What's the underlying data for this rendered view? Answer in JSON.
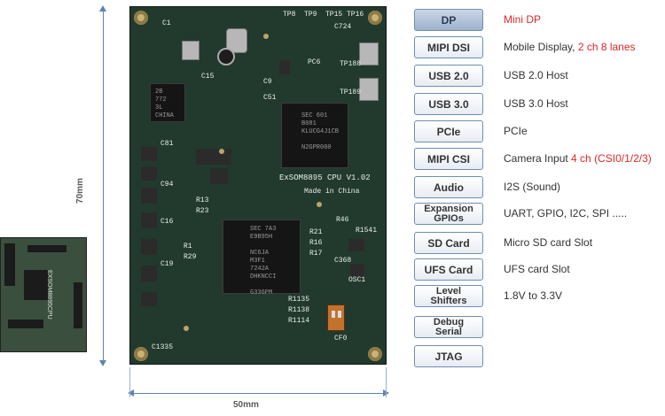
{
  "board": {
    "name_silk": "ExSOM8895 CPU V1.02",
    "made_silk": "Made in China",
    "small_board_silk": "EXSOM8895CPU",
    "chip_memory_lines": [
      "SEC 601",
      "B081",
      "KLUCG4J1CB",
      "",
      "N2GPR000"
    ],
    "chip_soc_lines": [
      "SEC 7A3",
      "E9B95H",
      "",
      "NC6JA",
      "M3F1",
      "7242A",
      "DHKNCCI",
      "",
      "G336PM"
    ],
    "chip_left_lines": [
      "2B",
      "772",
      "3L",
      "CHINA"
    ],
    "labels": [
      "R21",
      "R16",
      "R17",
      "C81",
      "C94",
      "C16",
      "C19",
      "R13",
      "R23",
      "R46",
      "C368",
      "R1541",
      "C9",
      "TP8",
      "TP9",
      "TP15",
      "TP16",
      "C1",
      "C15",
      "C724",
      "C51",
      "OSC1",
      "CF0",
      "C1335",
      "R1135",
      "R1138",
      "R1114",
      "TP188",
      "TP189",
      "PC6",
      "R1",
      "R29"
    ]
  },
  "dimensions": {
    "height_label": "70mm",
    "width_label": "50mm"
  },
  "features": [
    {
      "button": "DP",
      "selected": true,
      "desc_plain": "",
      "desc_red": "Mini DP",
      "desc_after": ""
    },
    {
      "button": "MIPI DSI",
      "selected": false,
      "desc_plain": "Mobile Display, ",
      "desc_red": "2 ch 8 lanes",
      "desc_after": ""
    },
    {
      "button": "USB 2.0",
      "selected": false,
      "desc_plain": "USB 2.0 Host",
      "desc_red": "",
      "desc_after": ""
    },
    {
      "button": "USB 3.0",
      "selected": false,
      "desc_plain": "USB 3.0 Host",
      "desc_red": "",
      "desc_after": ""
    },
    {
      "button": "PCIe",
      "selected": false,
      "desc_plain": "PCIe",
      "desc_red": "",
      "desc_after": ""
    },
    {
      "button": "MIPI CSI",
      "selected": false,
      "desc_plain": "Camera Input ",
      "desc_red": "4 ch (CSI0/1/2/3)",
      "desc_after": ""
    },
    {
      "button": "Audio",
      "selected": false,
      "desc_plain": "I2S (Sound)",
      "desc_red": "",
      "desc_after": ""
    },
    {
      "button": "Expansion\nGPIOs",
      "selected": false,
      "desc_plain": "UART, GPIO, I2C, SPI .....",
      "desc_red": "",
      "desc_after": ""
    },
    {
      "button": "SD Card",
      "selected": false,
      "desc_plain": "Micro SD card Slot",
      "desc_red": "",
      "desc_after": ""
    },
    {
      "button": "UFS Card",
      "selected": false,
      "desc_plain": "UFS card Slot",
      "desc_red": "",
      "desc_after": ""
    },
    {
      "button": "Level\nShifters",
      "selected": false,
      "desc_plain": "1.8V to 3.3V",
      "desc_red": "",
      "desc_after": ""
    },
    {
      "button": "Debug\nSerial",
      "selected": false,
      "desc_plain": "",
      "desc_red": "",
      "desc_after": ""
    },
    {
      "button": "JTAG",
      "selected": false,
      "desc_plain": "",
      "desc_red": "",
      "desc_after": ""
    }
  ],
  "colors": {
    "pcb": "#223a2d",
    "accent_red": "#e02727",
    "dimension_line": "#5e84b0",
    "button_border": "#6f8fb1"
  }
}
